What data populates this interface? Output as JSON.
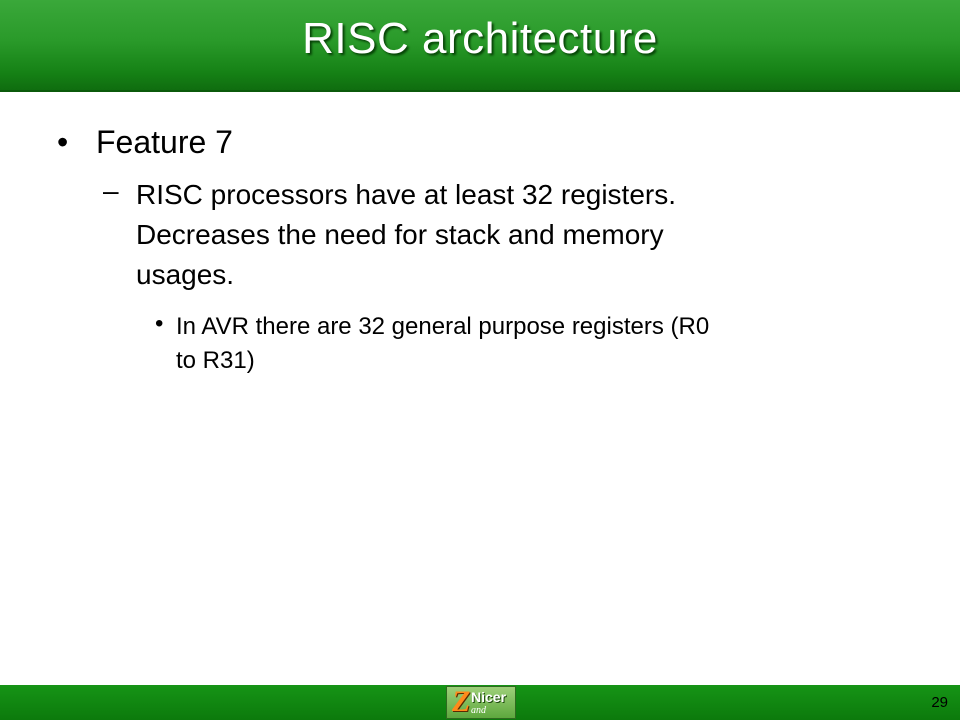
{
  "slide": {
    "title": "RISC architecture",
    "bullet_level1": {
      "marker": "•",
      "text": "Feature 7"
    },
    "bullet_level2": {
      "marker": "–",
      "lines": [
        "RISC processors have at least 32 registers.",
        "Decreases the need for stack and memory",
        "usages."
      ]
    },
    "bullet_level3": {
      "marker": "•",
      "lines": [
        "In AVR there are 32 general purpose registers (R0",
        "to R31)"
      ]
    },
    "footer": {
      "logo": {
        "letter": "Z",
        "word": "Nicer",
        "sub": "and"
      },
      "page_number": "29"
    }
  },
  "colors": {
    "title_bar": "#2a9a2a",
    "footer_bar": "#0c7a0c",
    "title_text": "#ffffff",
    "body_text": "#000000",
    "logo_letter": "#ff8a1a"
  }
}
